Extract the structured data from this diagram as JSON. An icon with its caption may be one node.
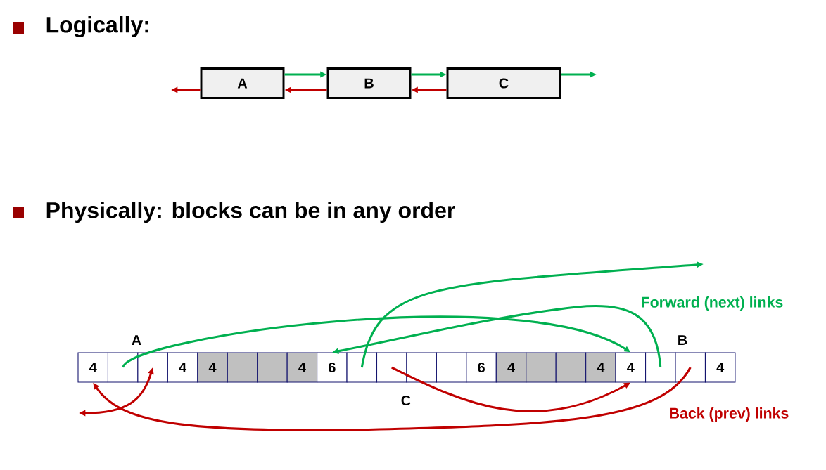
{
  "diagram": {
    "nodes": [
      {
        "text": [
          "A"
        ]
      },
      {
        "text": [
          "B"
        ]
      },
      {
        "text": [
          "C"
        ]
      },
      {
        "text": [
          "4"
        ]
      },
      {
        "text": [],
        "shape": "box"
      },
      {
        "text": [],
        "shape": "box"
      },
      {
        "text": [
          "4"
        ]
      },
      {
        "text": [
          "4"
        ]
      },
      {
        "text": [],
        "shape": "box"
      },
      {
        "text": [],
        "shape": "box"
      },
      {
        "text": [
          "4"
        ]
      },
      {
        "text": [
          "6"
        ]
      },
      {
        "text": [],
        "shape": "box"
      },
      {
        "text": [],
        "shape": "box"
      },
      {
        "text": [],
        "shape": "box"
      },
      {
        "text": [],
        "shape": "box"
      },
      {
        "text": [
          "6"
        ]
      },
      {
        "text": [
          "4"
        ]
      },
      {
        "text": [],
        "shape": "box"
      },
      {
        "text": [],
        "shape": "box"
      },
      {
        "text": [
          "4"
        ]
      },
      {
        "text": [
          "4"
        ]
      },
      {
        "text": [],
        "shape": "box"
      },
      {
        "text": [],
        "shape": "box"
      },
      {
        "text": [
          "4"
        ]
      }
    ],
    "edges": [
      {
        "from": 0,
        "to": 1,
        "arrow": "to",
        "color": "#00b050"
      },
      {
        "from": 1,
        "to": 0,
        "arrow": "to",
        "color": "#c00000"
      },
      {
        "from": 1,
        "to": 2,
        "arrow": "to",
        "color": "#00b050"
      },
      {
        "from": 2,
        "to": 1,
        "arrow": "to",
        "color": "#c00000"
      },
      {
        "from": 2,
        "to": null,
        "arrow": "to",
        "color": "#00b050"
      },
      {
        "from": 0,
        "to": null,
        "arrow": "to",
        "color": "#c00000"
      },
      {
        "from": 4,
        "to": 21,
        "arrow": "to",
        "color": "#00b050"
      },
      {
        "from": 22,
        "to": 11,
        "arrow": "to",
        "color": "#00b050"
      },
      {
        "from": 12,
        "to": null,
        "arrow": "to",
        "color": "#00b050"
      },
      {
        "from": 13,
        "to": 21,
        "arrow": "to",
        "color": "#c00000"
      },
      {
        "from": 23,
        "to": 3,
        "arrow": "to",
        "color": "#c00000"
      },
      {
        "from": null,
        "to": 5,
        "arrow": "both",
        "color": "#c00000"
      }
    ],
    "labels": [
      "Logically:",
      "Physically: blocks can be in any order",
      "Forward (next) links",
      "A",
      "B",
      "C",
      "Back (prev) links"
    ]
  }
}
